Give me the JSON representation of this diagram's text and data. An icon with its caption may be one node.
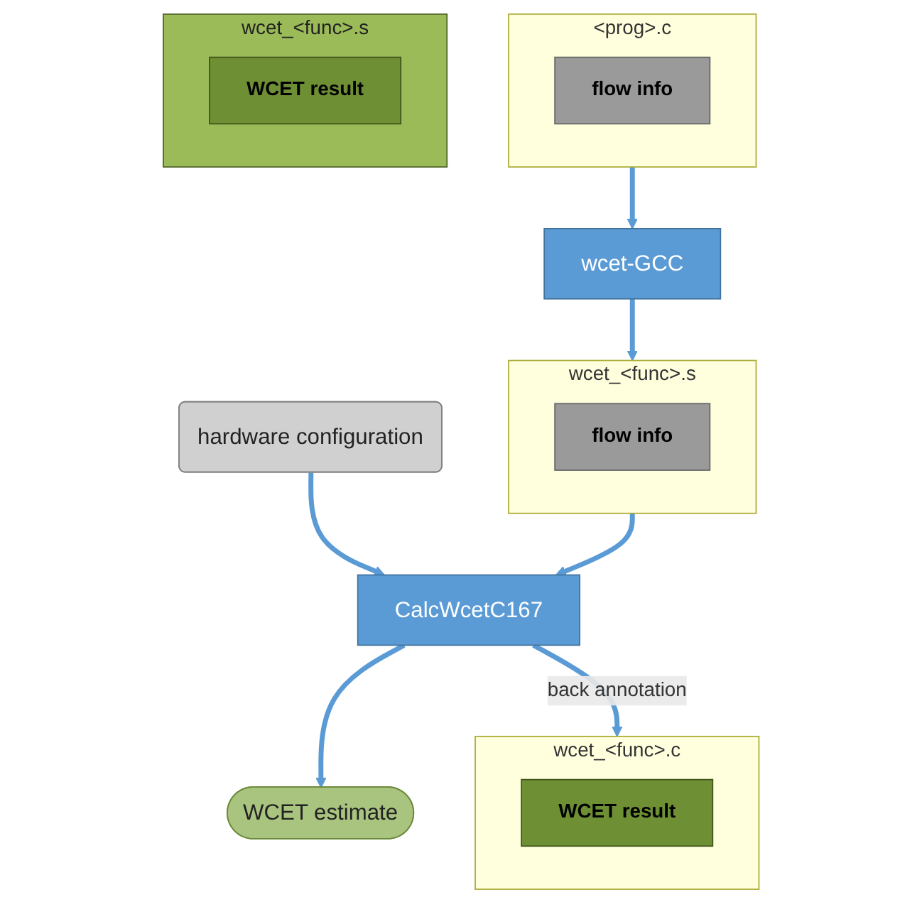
{
  "diagram": {
    "nodes": [
      {
        "text": [
          "<prog>.c"
        ]
      },
      {
        "text": [
          "flow info"
        ],
        "in": 0
      },
      {
        "text": [
          "wcet-GCC"
        ]
      },
      {
        "text": [
          "wcet_<func>.s"
        ]
      },
      {
        "text": [
          "flow info"
        ],
        "in": 3
      },
      {
        "text": [
          "hardware configuration"
        ]
      },
      {
        "text": [
          "CalcWcetC167"
        ]
      },
      {
        "text": [
          "WCET estimate"
        ]
      },
      {
        "text": [
          "wcet_<func>.s"
        ]
      },
      {
        "text": [
          "WCET result"
        ],
        "in": 8
      },
      {
        "text": [
          "wcet_<func>.c"
        ]
      },
      {
        "text": [
          "WCET result"
        ],
        "in": 10
      }
    ],
    "edges": [
      {
        "from": 0,
        "to": 2,
        "arrow": "to"
      },
      {
        "from": 2,
        "to": 3,
        "arrow": "to"
      },
      {
        "from": 5,
        "to": 6,
        "arrow": "to"
      },
      {
        "from": 3,
        "to": 6,
        "arrow": "to"
      },
      {
        "from": 6,
        "to": 7,
        "arrow": "to"
      },
      {
        "from": 6,
        "to": 10,
        "label": "back annotation",
        "arrow": "to"
      }
    ]
  }
}
